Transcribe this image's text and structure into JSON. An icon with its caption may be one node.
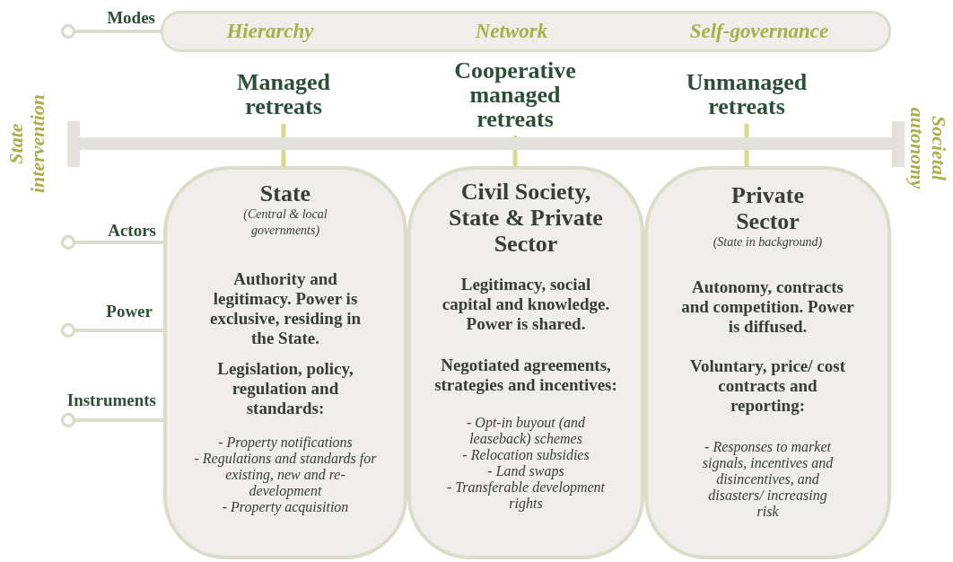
{
  "diagram": {
    "nodes": [
      {
        "text": [
          "Modes"
        ]
      },
      {
        "text": [
          "Hierarchy",
          "Network",
          "Self-governance"
        ]
      },
      {
        "text": [
          "Managed retreats"
        ]
      },
      {
        "text": [
          "Cooperative managed retreats"
        ]
      },
      {
        "text": [
          "Unmanaged retreats"
        ]
      },
      {
        "text": [
          "Actors"
        ]
      },
      {
        "text": [
          "Power"
        ]
      },
      {
        "text": [
          "Instruments"
        ]
      },
      {
        "text": [
          "State",
          "(Central & local governments)",
          "Authority and legitimacy. Power is exclusive, residing in the State.",
          "Legislation, policy, regulation and standards:",
          "- Property notifications",
          "- Regulations and standards for existing, new and re-development",
          "- Property acquisition"
        ]
      },
      {
        "text": [
          "Civil Society, State & Private Sector",
          "Legitimacy, social capital and knowledge. Power is shared.",
          "Negotiated agreements, strategies and incentives:",
          "- Opt-in buyout (and leaseback) schemes",
          "- Relocation subsidies",
          "- Land swaps",
          "- Transferable development rights"
        ]
      },
      {
        "text": [
          "Private Sector",
          "(State in background)",
          "Autonomy, contracts and competition. Power is diffused.",
          "Voluntary, price/ cost contracts and reporting:",
          "- Responses to market signals, incentives and disincentives, and disasters/ increasing risk"
        ]
      }
    ],
    "edges": [
      {
        "from": 0,
        "to": 1,
        "arrow": "other"
      },
      {
        "from": 2,
        "to": 8,
        "arrow": "none",
        "color": "#d9d98a"
      },
      {
        "from": 3,
        "to": 9,
        "arrow": "none",
        "color": "#d9d98a"
      },
      {
        "from": 4,
        "to": 10,
        "arrow": "none",
        "color": "#d9d98a"
      },
      {
        "from": 5,
        "to": 8,
        "arrow": "other"
      },
      {
        "from": 6,
        "to": 8,
        "arrow": "other"
      },
      {
        "from": 7,
        "to": 8,
        "arrow": "other"
      }
    ],
    "labels": [
      "State intervention",
      "Societal autonomy"
    ]
  }
}
